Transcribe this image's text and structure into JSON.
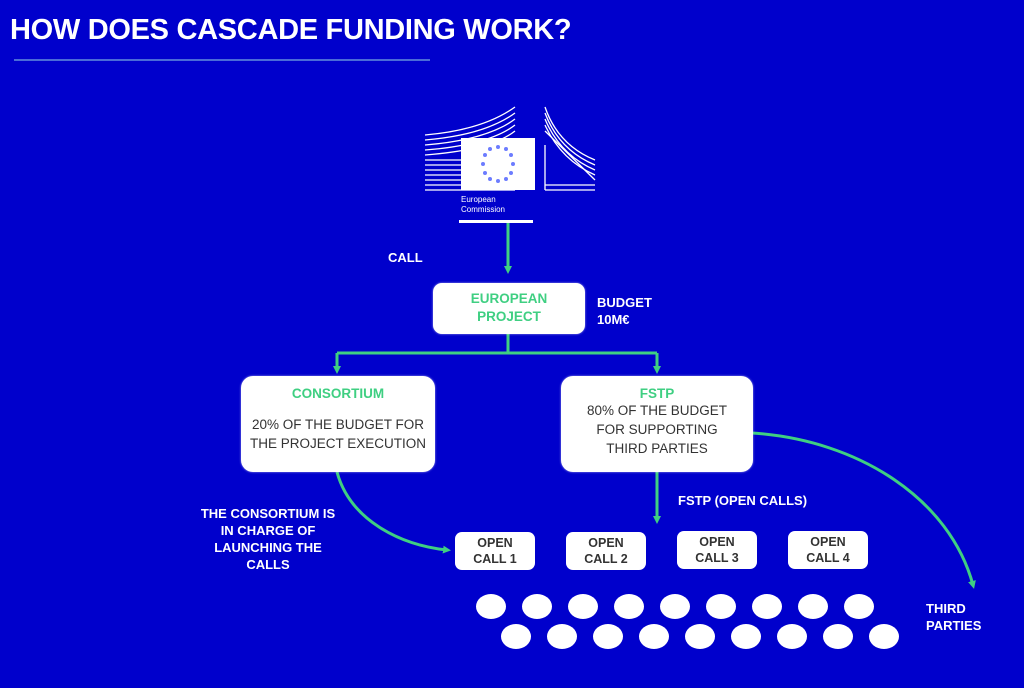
{
  "title": "HOW DOES CASCADE FUNDING WORK?",
  "logo": {
    "name": "European Commission",
    "line1": "European",
    "line2": "Commission",
    "icon": "eu-commission-logo-icon"
  },
  "labels": {
    "call": "CALL",
    "budget_line1": "BUDGET",
    "budget_line2": "10M€",
    "consortium_note": [
      "THE CONSORTIUM IS",
      "IN CHARGE OF",
      "LAUNCHING THE",
      "CALLS"
    ],
    "fstp_open_calls": "FSTP (OPEN CALLS)",
    "third_parties_line1": "THIRD",
    "third_parties_line2": "PARTIES"
  },
  "nodes": {
    "european_project": {
      "line1": "EUROPEAN",
      "line2": "PROJECT"
    },
    "consortium": {
      "head": "CONSORTIUM",
      "line1": "20% OF THE BUDGET FOR",
      "line2": "THE PROJECT EXECUTION"
    },
    "fstp": {
      "head": "FSTP",
      "line1": "80% OF THE BUDGET",
      "line2": "FOR SUPPORTING",
      "line3": "THIRD PARTIES"
    }
  },
  "open_calls": [
    {
      "line1": "OPEN",
      "line2": "CALL 1"
    },
    {
      "line1": "OPEN",
      "line2": "CALL 2"
    },
    {
      "line1": "OPEN",
      "line2": "CALL 3"
    },
    {
      "line1": "OPEN",
      "line2": "CALL 4"
    }
  ],
  "third_party_dots": {
    "row1_count": 9,
    "row2_count": 9
  },
  "colors": {
    "background": "#0000CC",
    "accent_green": "#3fcf82",
    "box": "#ffffff",
    "text_dark": "#333333"
  }
}
